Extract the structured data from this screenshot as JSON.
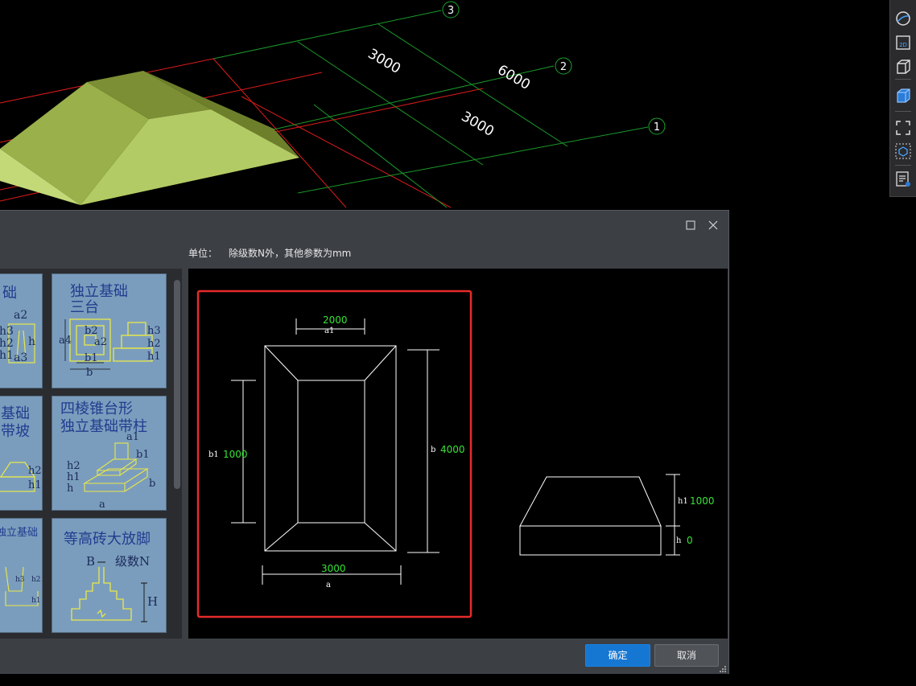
{
  "viewport": {
    "axis_labels": [
      "3",
      "2",
      "1"
    ],
    "dimensions": [
      "3000",
      "6000",
      "3000"
    ]
  },
  "toolbar": {
    "icons": [
      "sphere-view-icon",
      "2d-view-icon",
      "3d-box-icon",
      "solid-box-icon",
      "fit-frame-icon",
      "selection-box-icon",
      "property-list-icon"
    ]
  },
  "dialog": {
    "unit_label": "单位：",
    "unit_value": "除级数N外，其他参数为mm",
    "ok_label": "确定",
    "cancel_label": "取消"
  },
  "tiles": [
    {
      "title_lines": [
        "础"
      ],
      "labels": [
        "a2",
        "h3",
        "h2",
        "h1",
        "h",
        "a3"
      ]
    },
    {
      "title_lines": [
        "独立基础",
        "三台"
      ],
      "labels": [
        "a4",
        "b2",
        "a2",
        "b1",
        "b",
        "h3",
        "h2",
        "h1"
      ]
    },
    {
      "title_lines": [
        "基础",
        "带坡"
      ],
      "labels": [
        "h2",
        "h1"
      ]
    },
    {
      "title_lines": [
        "四棱锥台形",
        "独立基础带柱"
      ],
      "labels": [
        "a1",
        "b1",
        "h2",
        "h1",
        "h",
        "b",
        "a"
      ]
    },
    {
      "title_lines": [
        "独立基础"
      ],
      "labels": [
        "h3",
        "h2",
        "h1"
      ]
    },
    {
      "title_lines": [
        "等高砖大放脚"
      ],
      "labels": [
        "B",
        "级数N",
        "H"
      ]
    }
  ],
  "preview": {
    "top_dim_value": "2000",
    "top_dim_name": "a1",
    "left_dim_name": "b1",
    "left_dim_value": "1000",
    "right_dim_name": "b",
    "right_dim_value": "4000",
    "bottom_dim_value": "3000",
    "bottom_dim_name": "a",
    "h1_name": "h1",
    "h1_value": "1000",
    "h_name": "h",
    "h_value": "0"
  }
}
